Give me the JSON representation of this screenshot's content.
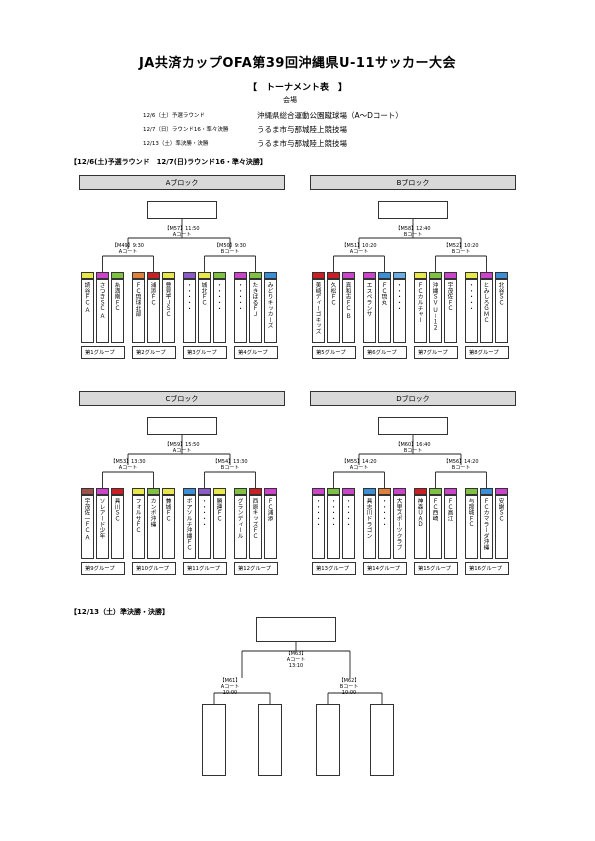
{
  "title": "JA共済カップOFA第39回沖縄県U-11サッカー大会",
  "subtitle": "【　トーナメント表　】",
  "venue_header": "会場",
  "schedule": [
    {
      "label": "12/6（土）予選ラウンド",
      "venue": "沖縄県総合運動公園蹴球場（A～Dコート）"
    },
    {
      "label": "12/7（日）ラウンド16・準々決勝",
      "venue": "うるま市与那城陸上競技場"
    },
    {
      "label": "12/13（土）準決勝・決勝",
      "venue": "うるま市与那城陸上競技場"
    }
  ],
  "section1": "【12/6(土)予選ラウンド　12/7(日)ラウンド16・準々決勝】",
  "section2": "【12/13（土）準決勝・決勝】",
  "colors": {
    "red": "#cc1f24",
    "magenta": "#cc44cc",
    "yellow": "#e8e84a",
    "green": "#7fc241",
    "blue": "#3a8fd6",
    "orange": "#e0803a",
    "brown": "#a0524a",
    "purple": "#8b5cc8",
    "lightblue": "#6aaee6"
  },
  "blocks": [
    {
      "name": "Aブロック",
      "top_match": {
        "id": "【M57】11:50",
        "court": "Aコート"
      },
      "semis": [
        {
          "id": "【M49】9:30",
          "court": "Aコート"
        },
        {
          "id": "【M50】9:30",
          "court": "Bコート"
        }
      ],
      "groups": [
        {
          "label": "第1グループ",
          "teams": [
            {
              "name": "読谷ＦＣ Ａ",
              "color": "yellow"
            },
            {
              "name": "さつきＳＣ Ａ",
              "color": "magenta"
            },
            {
              "name": "糸満南ＦＣ",
              "color": "green"
            }
          ]
        },
        {
          "label": "第2グループ",
          "teams": [
            {
              "name": "ＦＣ琉球北部",
              "color": "orange"
            },
            {
              "name": "浦添ＦＣ",
              "color": "red"
            },
            {
              "name": "豊見平ＪＳＣ",
              "color": "yellow"
            }
          ]
        },
        {
          "label": "第3グループ",
          "teams": [
            {
              "name": "・・・・・",
              "color": "purple"
            },
            {
              "name": "城北ＦＣ",
              "color": "yellow"
            },
            {
              "name": "・・・・・",
              "color": "green"
            }
          ]
        },
        {
          "label": "第4グループ",
          "teams": [
            {
              "name": "・・・・・",
              "color": "magenta"
            },
            {
              "name": "たきばるＦＪ",
              "color": "green"
            },
            {
              "name": "みどりキッカーズ",
              "color": "blue"
            }
          ]
        }
      ]
    },
    {
      "name": "Bブロック",
      "top_match": {
        "id": "【M58】12:40",
        "court": "Bコート"
      },
      "semis": [
        {
          "id": "【M51】10:20",
          "court": "Aコート"
        },
        {
          "id": "【M52】10:20",
          "court": "Bコート"
        }
      ],
      "groups": [
        {
          "label": "第5グループ",
          "teams": [
            {
              "name": "美崎ディーゴキッズ",
              "color": "red"
            },
            {
              "name": "久松ＦＣ",
              "color": "red"
            },
            {
              "name": "真和志ＦＣ Ｂ",
              "color": "magenta"
            }
          ]
        },
        {
          "label": "第6グループ",
          "teams": [
            {
              "name": "エスペランサ",
              "color": "magenta"
            },
            {
              "name": "ＦＣ琉丸",
              "color": "blue"
            },
            {
              "name": "・・・・・",
              "color": "lightblue"
            }
          ]
        },
        {
          "label": "第7グループ",
          "teams": [
            {
              "name": "ＦＣカルチャー",
              "color": "yellow"
            },
            {
              "name": "沖縄ＳＶ Ｕ－１２",
              "color": "green"
            },
            {
              "name": "宇茂佐ＦＣ",
              "color": "magenta"
            }
          ]
        },
        {
          "label": "第8グループ",
          "teams": [
            {
              "name": "・・・・・",
              "color": "yellow"
            },
            {
              "name": "とみしろＧＭＣ",
              "color": "magenta"
            },
            {
              "name": "北谷ＳＣ",
              "color": "blue"
            }
          ]
        }
      ]
    },
    {
      "name": "Cブロック",
      "top_match": {
        "id": "【M59】15:50",
        "court": "Aコート"
      },
      "semis": [
        {
          "id": "【M53】13:30",
          "court": "Aコート"
        },
        {
          "id": "【M54】13:30",
          "court": "Bコート"
        }
      ],
      "groups": [
        {
          "label": "第9グループ",
          "teams": [
            {
              "name": "宇茂佐一ＦＣ Ａ",
              "color": "brown"
            },
            {
              "name": "ソレアード少年",
              "color": "magenta"
            },
            {
              "name": "具川ＳＣ",
              "color": "red"
            }
          ]
        },
        {
          "label": "第10グループ",
          "teams": [
            {
              "name": "フォルサＦＣ",
              "color": "yellow"
            },
            {
              "name": "カンポ沖縄",
              "color": "green"
            },
            {
              "name": "兼城ＦＣ",
              "color": "yellow"
            }
          ]
        },
        {
          "label": "第11グループ",
          "teams": [
            {
              "name": "ボアソルチ沖縄ＦＣ",
              "color": "blue"
            },
            {
              "name": "・・・・・",
              "color": "purple"
            },
            {
              "name": "勝連ＦＣ",
              "color": "yellow"
            }
          ]
        },
        {
          "label": "第12グループ",
          "teams": [
            {
              "name": "グランディール",
              "color": "green"
            },
            {
              "name": "西原キッズＦＣ",
              "color": "red"
            },
            {
              "name": "ＦＣ浦添",
              "color": "magenta"
            }
          ]
        }
      ]
    },
    {
      "name": "Dブロック",
      "top_match": {
        "id": "【M60】16:40",
        "court": "Bコート"
      },
      "semis": [
        {
          "id": "【M55】14:20",
          "court": "Aコート"
        },
        {
          "id": "【M56】14:20",
          "court": "Bコート"
        }
      ],
      "groups": [
        {
          "label": "第13グループ",
          "teams": [
            {
              "name": "・・・・・",
              "color": "magenta"
            },
            {
              "name": "・・・・・",
              "color": "green"
            },
            {
              "name": "・・・・・",
              "color": "magenta"
            }
          ]
        },
        {
          "label": "第14グループ",
          "teams": [
            {
              "name": "具志川ドラゴン",
              "color": "blue"
            },
            {
              "name": "・・・・・",
              "color": "orange"
            },
            {
              "name": "大里スポーツクラブ",
              "color": "magenta"
            }
          ]
        },
        {
          "label": "第15グループ",
          "teams": [
            {
              "name": "神森ＵＡＤ",
              "color": "red"
            },
            {
              "name": "ＦＣ西崎",
              "color": "green"
            },
            {
              "name": "ＦＣ高江",
              "color": "magenta"
            }
          ]
        },
        {
          "label": "第16グループ",
          "teams": [
            {
              "name": "与那城ＦＣ",
              "color": "green"
            },
            {
              "name": "ＦＣカマラーダ沖縄",
              "color": "blue"
            },
            {
              "name": "安謝ＳＣ",
              "color": "magenta"
            }
          ]
        }
      ]
    }
  ],
  "finals": {
    "final": {
      "id": "【M63】",
      "court": "Aコート",
      "time": "13:10"
    },
    "semis": [
      {
        "id": "【M61】",
        "court": "Aコート",
        "time": "10:00"
      },
      {
        "id": "【M62】",
        "court": "Bコート",
        "time": "10:00"
      }
    ]
  }
}
